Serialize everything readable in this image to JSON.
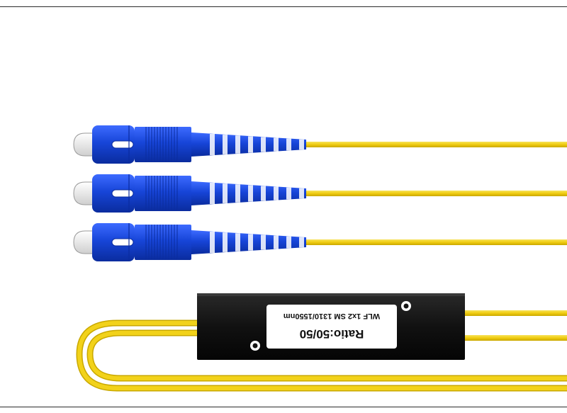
{
  "product": {
    "label_line1": "Ratio:50/50",
    "label_line2": "WLF 1x2 SM 1310/1550nm",
    "connector_count": 3
  },
  "colors": {
    "fiber_yellow": "#f2d21a",
    "fiber_edge": "#c9a800",
    "connector_blue": "#1745d8",
    "connector_blue_dark": "#0a2c9e",
    "ferrule_white": "#f4f4f4",
    "body_black": "#141414",
    "label_white": "#ffffff"
  },
  "icons": {
    "connector": "sc-connector-icon",
    "splitter": "fbt-splitter-body"
  }
}
